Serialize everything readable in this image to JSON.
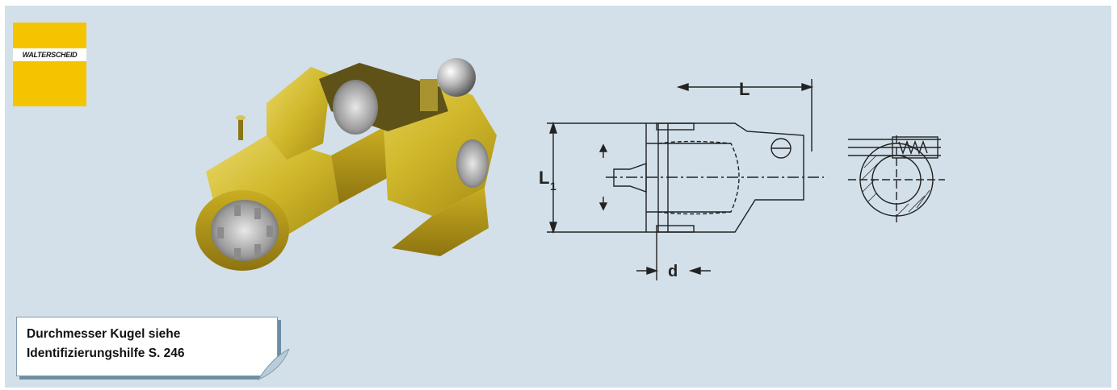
{
  "brand": {
    "logo_text": "WALTERSCHEID",
    "color_yellow": "#f5c400"
  },
  "colors": {
    "panel_bg": "#d3e0e9",
    "part_yellow": "#d8c230"
  },
  "drawing": {
    "label_L": "L",
    "label_L1": "L",
    "label_L1_sub": "1",
    "label_d": "d"
  },
  "note": {
    "line1": "Durchmesser Kugel siehe",
    "line2": "Identifizierungshilfe S. 246"
  }
}
